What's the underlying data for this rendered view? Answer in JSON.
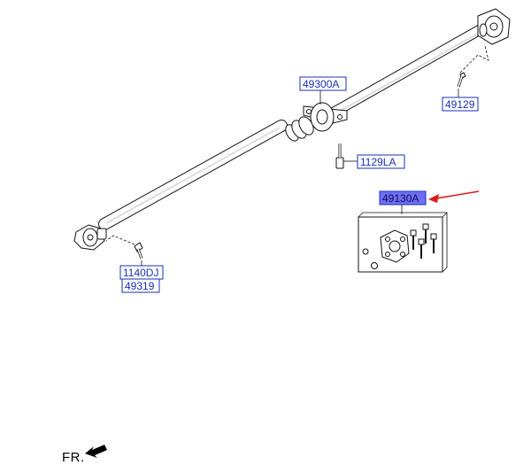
{
  "callouts": {
    "center_bearing": "49300A",
    "front_bolt": "49129",
    "bearing_bolt": "1129LA",
    "coupling_kit": "49130A",
    "rear_bolt": "1140DJ",
    "rear_nut": "49319"
  },
  "direction_label": "FR.",
  "colors": {
    "callout_text": "#1a2fb8",
    "highlight_fill": "#6f6ff0",
    "pointer_arrow": "#e0151b"
  }
}
